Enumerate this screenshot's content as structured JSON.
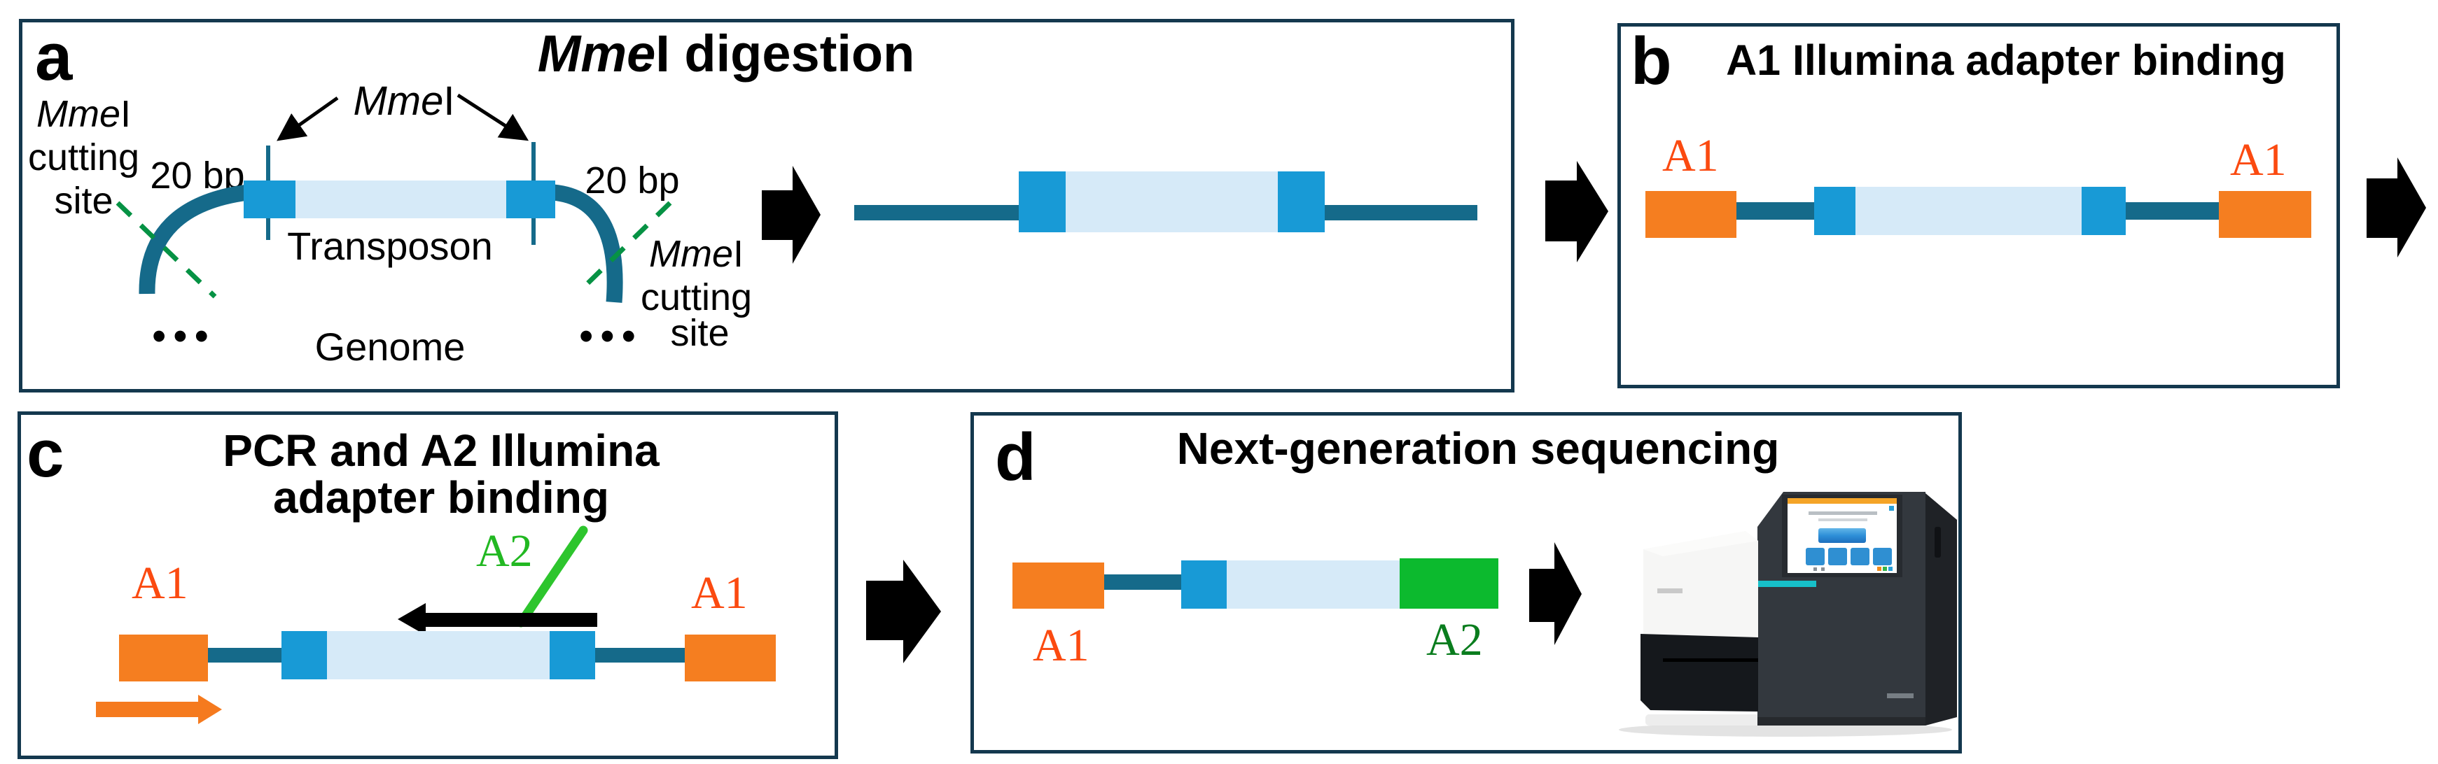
{
  "figure": {
    "panel_a": {
      "letter": "a",
      "title": {
        "italic": "Mme",
        "rest": "I digestion"
      },
      "enzyme_label": {
        "italic": "Mme",
        "rest": "I"
      },
      "cutting_site_left": {
        "line1_italic": "Mme",
        "line1_rest": "I",
        "line2": "cutting",
        "line3": "site"
      },
      "bp_left": "20 bp",
      "bp_right": "20 bp",
      "transposon_label": "Transposon",
      "genome_label": "Genome",
      "ellipsis": "•••",
      "cutting_site_right": {
        "line1_italic": "Mme",
        "line1_rest": "I",
        "line2": "cutting",
        "line3": "site"
      }
    },
    "panel_b": {
      "letter": "b",
      "title": "A1 Illumina adapter binding",
      "adapter_left": "A1",
      "adapter_right": "A1"
    },
    "panel_c": {
      "letter": "c",
      "title_line1": "PCR and A2 Illumina",
      "title_line2": "adapter binding",
      "adapter_left": "A1",
      "adapter_a2": "A2",
      "adapter_right": "A1"
    },
    "panel_d": {
      "letter": "d",
      "title": "Next-generation sequencing",
      "adapter_a1": "A1",
      "adapter_a2": "A2"
    }
  },
  "colors": {
    "panel_border": "#14384e",
    "dna_backbone_teal": "#156a8a",
    "transposon_end_blue": "#189ad6",
    "transposon_body_lightblue": "#d6eaf8",
    "adapter_a1_orange": "#f57e20",
    "a1_label_orange_red": "#fb4a10",
    "adapter_a2_green": "#0cba2e",
    "a2_label_bright_green": "#22b822",
    "a2_label_dark_green": "#0a7d1e",
    "cutting_site_dash_green": "#069244",
    "flow_arrow_black": "#000000",
    "pcr_primer_orange": "#f57a1e",
    "sequencer_accent_teal": "#17c0c9"
  }
}
